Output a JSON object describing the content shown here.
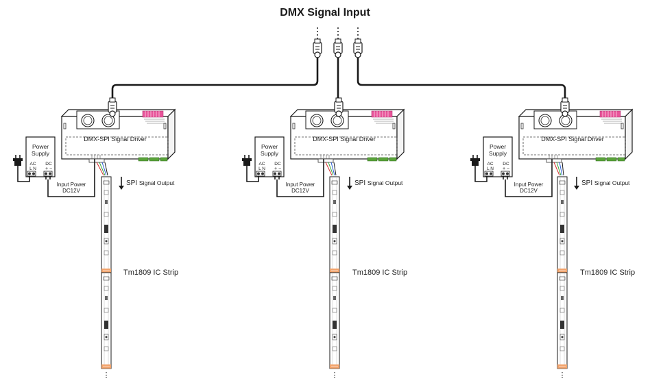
{
  "title": "DMX Signal Input",
  "driver_label": "DMX-SPI Signal Driver",
  "power_supply_label": [
    "Power",
    "Supply"
  ],
  "ac_label": "AC",
  "ac_terminals": "L  N",
  "dc_label": "DC",
  "dc_terminals": "+  −",
  "input_power_label": [
    "Input Power",
    "DC12V"
  ],
  "spi_output_label": [
    "SPI",
    "Signal Output"
  ],
  "strip_label": "Tm1809  IC  Strip",
  "colors": {
    "line": "#1a1a1a",
    "dip_switch": "#e8559a",
    "terminal_green": "#5aa33a",
    "wire_red": "#d62a2a",
    "wire_green": "#3aa63a",
    "wire_blue": "#2a5fd6",
    "strip_orange": "#f2a36b"
  }
}
